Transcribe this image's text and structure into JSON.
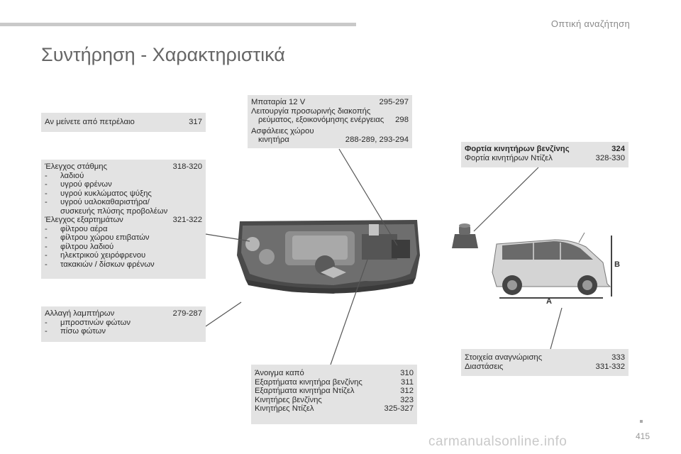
{
  "header": {
    "section": "Οπτική αναζήτηση",
    "title": "Συντήρηση - Χαρακτηριστικά"
  },
  "box_oil_short": {
    "label": "Αν μείνετε από πετρέλαιο",
    "page": "317"
  },
  "box_levels": {
    "line1": {
      "label": "Έλεγχος στάθμης",
      "page": "318-320"
    },
    "items1": [
      "λαδιού",
      "υγρού φρένων",
      "υγρού κυκλώματος ψύξης",
      "υγρού υαλοκαθαριστήρα/"
    ],
    "items1_cont": "συσκευής πλύσης προβολέων",
    "line2": {
      "label": "Έλεγχος εξαρτημάτων",
      "page": "321-322"
    },
    "items2": [
      "φίλτρου αέρα",
      "φίλτρου χώρου επιβατών",
      "φίλτρου λαδιού",
      "ηλεκτρικού χειρόφρενου",
      "τακακιών / δίσκων φρένων"
    ]
  },
  "box_lamps": {
    "line1": {
      "label": "Αλλαγή λαμπτήρων",
      "page": "279-287"
    },
    "items": [
      "μπροστινών φώτων",
      "πίσω φώτων"
    ]
  },
  "box_battery": {
    "l1": {
      "label": "Μπαταρία 12 V",
      "page": "295-297"
    },
    "l2a": "Λειτουργία προσωρινής διακοπής",
    "l2b": {
      "label": "ρεύματος, εξοικονόμησης ενέργειας",
      "page": "298"
    },
    "l3a": "Ασφάλειες χώρου",
    "l3b": {
      "label": "κινητήρα",
      "page": "288-289, 293-294"
    }
  },
  "box_loads": {
    "l1": {
      "label": "Φορτία κινητήρων βενζίνης",
      "page": "324"
    },
    "l2": {
      "label": "Φορτία κινητήρων Ντίζελ",
      "page": "328-330"
    }
  },
  "box_bonnet": {
    "rows": [
      {
        "label": "Άνοιγμα καπό",
        "page": "310"
      },
      {
        "label": "Εξαρτήματα κινητήρα βενζίνης",
        "page": "311"
      },
      {
        "label": "Εξαρτήματα κινητήρα Ντίζελ",
        "page": "312"
      },
      {
        "label": "Κινητήρες βενζίνης",
        "page": "323"
      },
      {
        "label": "Κινητήρες Ντίζελ",
        "page": "325-327"
      }
    ]
  },
  "box_ident": {
    "rows": [
      {
        "label": "Στοιχεία αναγνώρισης",
        "page": "333"
      },
      {
        "label": "Διαστάσεις",
        "page": "331-332"
      }
    ]
  },
  "car_dims": {
    "a": "A",
    "b": "B"
  },
  "footer": {
    "page": "415",
    "watermark": "carmanualsonline.info"
  },
  "colors": {
    "box_bg": "#e3e3e3",
    "line": "#555555",
    "title": "#666666"
  }
}
